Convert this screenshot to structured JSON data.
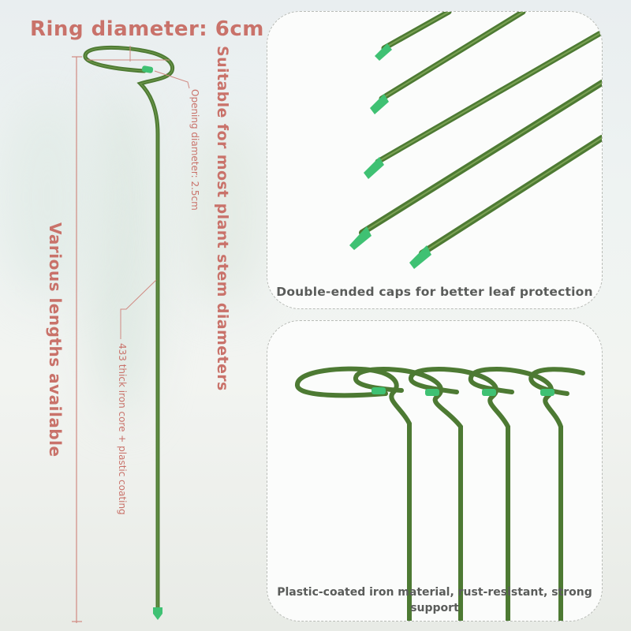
{
  "labels": {
    "ring_diameter": "Ring diameter: 6cm",
    "stem_diameters": "Suitable for most plant stem diameters",
    "opening_diameter": "Opening diameter: 2.5cm",
    "lengths": "Various lengths available",
    "core": "433 thick iron core + plastic coating"
  },
  "panels": {
    "top_caption": "Double-ended caps for better leaf protection",
    "bottom_caption": "Plastic-coated iron material, rust-resistant, strong support"
  },
  "colors": {
    "stake_green": "#4d7a33",
    "stake_light": "#6f9a4c",
    "cap_green": "#3fc173",
    "annotation_red": "#c9726a",
    "caption_gray": "#5a5c5a"
  }
}
